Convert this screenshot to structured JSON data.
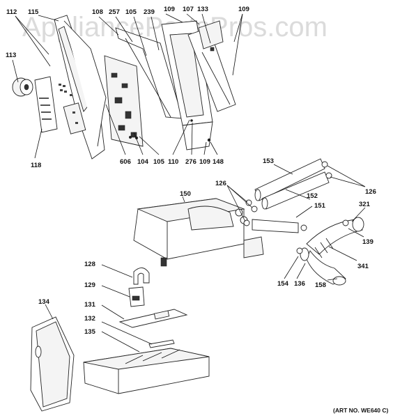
{
  "watermark": "AppliancePartsPros.com",
  "art_number": "(ART NO. WE640 C)",
  "labels": {
    "p112": "112",
    "p115": "115",
    "p108": "108",
    "p257": "257",
    "p105a": "105",
    "p239": "239",
    "p109a": "109",
    "p107": "107",
    "p133": "133",
    "p109b": "109",
    "p113": "113",
    "p118": "118",
    "p606": "606",
    "p104": "104",
    "p105b": "105",
    "p110": "110",
    "p276": "276",
    "p109c": "109",
    "p148": "148",
    "p153": "153",
    "p126a": "126",
    "p126b": "126",
    "p152": "152",
    "p150": "150",
    "p151": "151",
    "p321": "321",
    "p139": "139",
    "p341": "341",
    "p154": "154",
    "p136": "136",
    "p158": "158",
    "p128": "128",
    "p129": "129",
    "p131": "131",
    "p132": "132",
    "p135": "135",
    "p134": "134"
  }
}
